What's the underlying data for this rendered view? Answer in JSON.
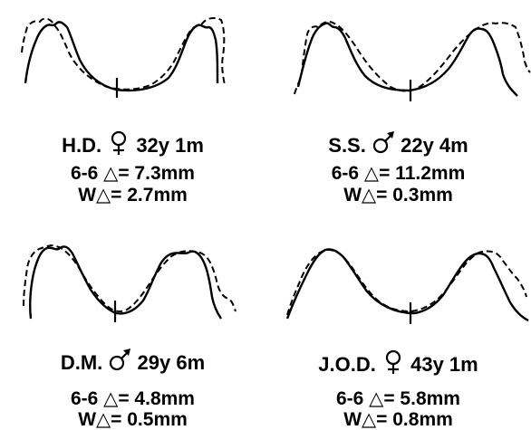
{
  "panels": [
    {
      "initials": "H.D.",
      "sex": "female",
      "age": "32y 1m",
      "measure1": "6-6 △= 7.3mm",
      "measure2": "W△= 2.7mm"
    },
    {
      "initials": "S.S.",
      "sex": "male",
      "age": "22y 4m",
      "measure1": "6-6 △= 11.2mm",
      "measure2": "W△= 0.3mm"
    },
    {
      "initials": "D.M.",
      "sex": "male",
      "age": "29y 6m",
      "measure1": "6-6 △= 4.8mm",
      "measure2": "W△= 0.5mm"
    },
    {
      "initials": "J.O.D.",
      "sex": "female",
      "age": "43y 1m",
      "measure1": "6-6 △= 5.8mm",
      "measure2": "W△= 0.8mm"
    }
  ],
  "line_styles": {
    "solid": "#000000",
    "dashed": "#000000"
  }
}
